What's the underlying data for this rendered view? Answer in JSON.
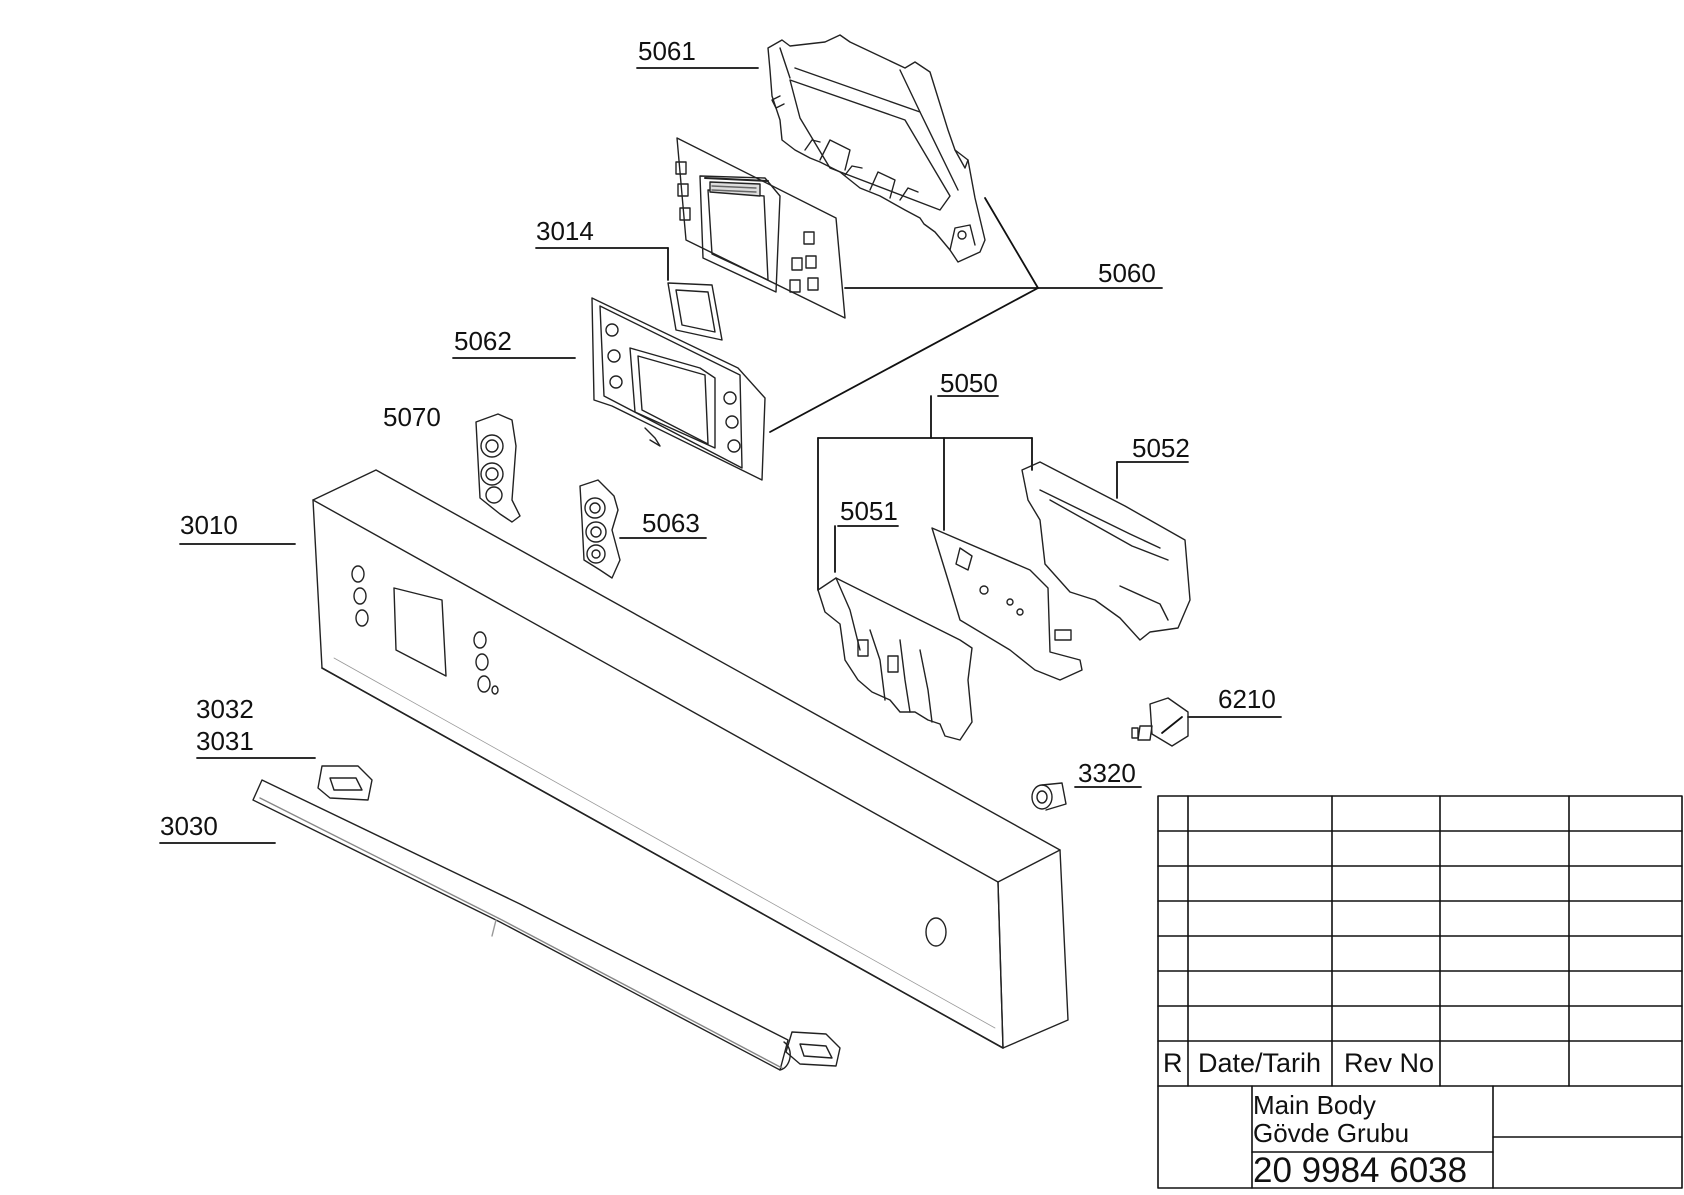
{
  "callouts": [
    {
      "id": "5061",
      "text": "5061"
    },
    {
      "id": "3014",
      "text": "3014"
    },
    {
      "id": "5060",
      "text": "5060"
    },
    {
      "id": "5062",
      "text": "5062"
    },
    {
      "id": "5070",
      "text": "5070"
    },
    {
      "id": "5050",
      "text": "5050"
    },
    {
      "id": "5052",
      "text": "5052"
    },
    {
      "id": "3010",
      "text": "3010"
    },
    {
      "id": "5063",
      "text": "5063"
    },
    {
      "id": "5051",
      "text": "5051"
    },
    {
      "id": "6210",
      "text": "6210"
    },
    {
      "id": "3032",
      "text": "3032"
    },
    {
      "id": "3031",
      "text": "3031"
    },
    {
      "id": "3320",
      "text": "3320"
    },
    {
      "id": "3030",
      "text": "3030"
    }
  ],
  "title_block": {
    "revision_header": {
      "r": "R",
      "date": "Date/Tarih",
      "rev_no": "Rev No"
    },
    "title_en": "Main Body",
    "title_tr": "Gövde Grubu",
    "part_number": "20 9984 6038"
  }
}
